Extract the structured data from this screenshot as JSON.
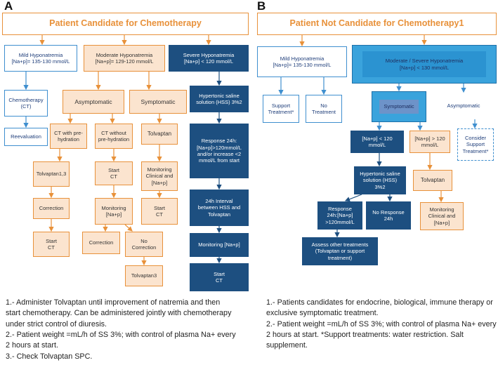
{
  "panel_a": {
    "letter": "A",
    "title": "Patient Candidate for Chemotherapy",
    "mild": "Mild Hyponatremia\n[Na+p]= 135-130 mmol/L",
    "moderate": "Moderate Hyponatremia\n[Na+p]= 129-120 mmol/L",
    "severe": "Severe Hyponatremia\n[Na+p] < 120 mmol/L",
    "chemotherapy": "Chemotherapy\n(CT)",
    "reevaluation": "Reevaluation",
    "asymptomatic": "Asymptomatic",
    "symptomatic": "Symptomatic",
    "ct_prehydration": "CT with pre-\nhydration",
    "ct_without_prehydration": "CT without\npre-hydration",
    "tolvaptan_sym": "Tolvaptan",
    "tolvaptan_13": "Tolvaptan1,3",
    "start_ct_1": "Start\nCT",
    "monitoring_clinical": "Monitoring\nClinical and\n[Na+p]",
    "correction_1": "Correction",
    "monitoring_na": "Monitoring\n[Na+p]",
    "start_ct_2": "Start\nCT",
    "start_ct_3": "Start\nCT",
    "correction_2": "Correction",
    "no_correction": "No\nCorrection",
    "tolvaptan_3": "Tolvaptan3",
    "hss": "Hypertonic saline\nsolution (HSS) 3%2",
    "response_24h": "Response 24h:\n[Na+p]>120mmol/L\nand/or increase <2\nmmol/L from start",
    "interval_24h": "24h Interval\nbetween HSS and\nTolvaptan",
    "monitoring_severe": "Monitoring    [Na+p]",
    "start_ct_4": "Start\nCT"
  },
  "panel_b": {
    "letter": "B",
    "title": "Patient Not Candidate for Chemotherapy1",
    "mild": "Mild Hyponatremia\n[Na+p]= 135-130 mmol/L",
    "mod_severe": "Moderate / Severe  Hyponatremia\n[Na+p] < 130 mmol/L",
    "support": "Support\nTreatment*",
    "no_treatment": "No\nTreatment",
    "symptomatic": "Symptomatic",
    "asymptomatic": "Asymptomatic",
    "consider_support": "Consider\nSupport\nTreatment*",
    "na_lt_120": "[Na+p] < 120 mmol/L",
    "na_gt_120": "[Na+p] > 120 mmol/L",
    "hss": "Hypertonic saline\nsolution (HSS)\n3%2",
    "tolvaptan": "Tolvaptan",
    "response_24h": "Response\n24h:[Na+p]\n>120mmol/L",
    "no_response": "No Response\n24h",
    "monitoring": "Monitoring\nClinical and\n[Na+p]",
    "assess": "Assess other treatments\n(Tolvaptan or support\ntreatment)"
  },
  "notes_a": "1.- Administer Tolvaptan until improvement of natremia and then\nstart chemotherapy. Can be administered jointly with chemotherapy\nunder strict control of diuresis.\n2.- Patient weight =mL/h of SS 3%; with control of plasma Na+ every\n2 hours at start.\n3.- Check Tolvaptan SPC.",
  "notes_b": "1.- Patients candidates for endocrine, biological, immune therapy or\nexclusive symptomatic treatment.\n2.- Patient weight =mL/h of SS 3%; with control of plasma Na+ every\n2 hours at start. *Support treatments: water restriction. Salt\nsupplement.",
  "colors": {
    "orange": "#e8913a",
    "orange_fill": "#fbe4cf",
    "navy": "#1d4f80",
    "blue": "#3f8fcf",
    "sky": "#3aa3dc"
  }
}
